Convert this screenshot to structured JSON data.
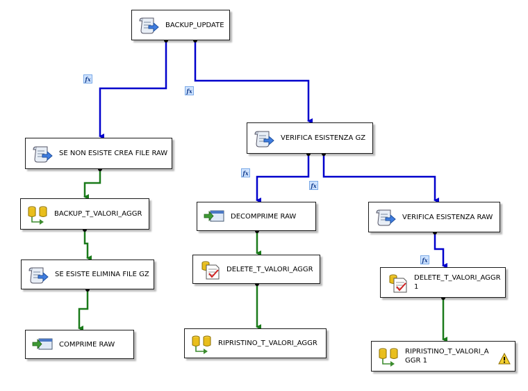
{
  "tasks": {
    "backup_update": "BACKUP_UPDATE",
    "se_non_esiste": "SE NON ESISTE CREA FILE RAW",
    "backup_t_valori": "BACKUP_T_VALORI_AGGR",
    "se_esiste_elimina": "SE ESISTE ELIMINA FILE GZ",
    "comprime_raw": "COMPRIME RAW",
    "verifica_gz": "VERIFICA ESISTENZA GZ",
    "decomprime_raw": "DECOMPRIME RAW",
    "delete_t_valori": "DELETE_T_VALORI_AGGR",
    "ripristino": "RIPRISTINO_T_VALORI_AGGR",
    "verifica_raw": "VERIFICA ESISTENZA RAW",
    "delete_t_valori_1_line1": "DELETE_T_VALORI_AGGR",
    "delete_t_valori_1_line2": "1",
    "ripristino_1_line1": "RIPRISTINO_T_VALORI_A",
    "ripristino_1_line2": "GGR 1"
  },
  "expression_badge": "fx",
  "icons": {
    "script": "script-task-icon",
    "dataflow": "data-flow-task-icon",
    "process": "execute-process-task-icon",
    "sql": "execute-sql-task-icon",
    "warning": "warning-icon"
  },
  "colors": {
    "expression_constraint": "#0000cc",
    "success_constraint": "#1a7a1a",
    "badge_fill": "#cfe3ff"
  }
}
